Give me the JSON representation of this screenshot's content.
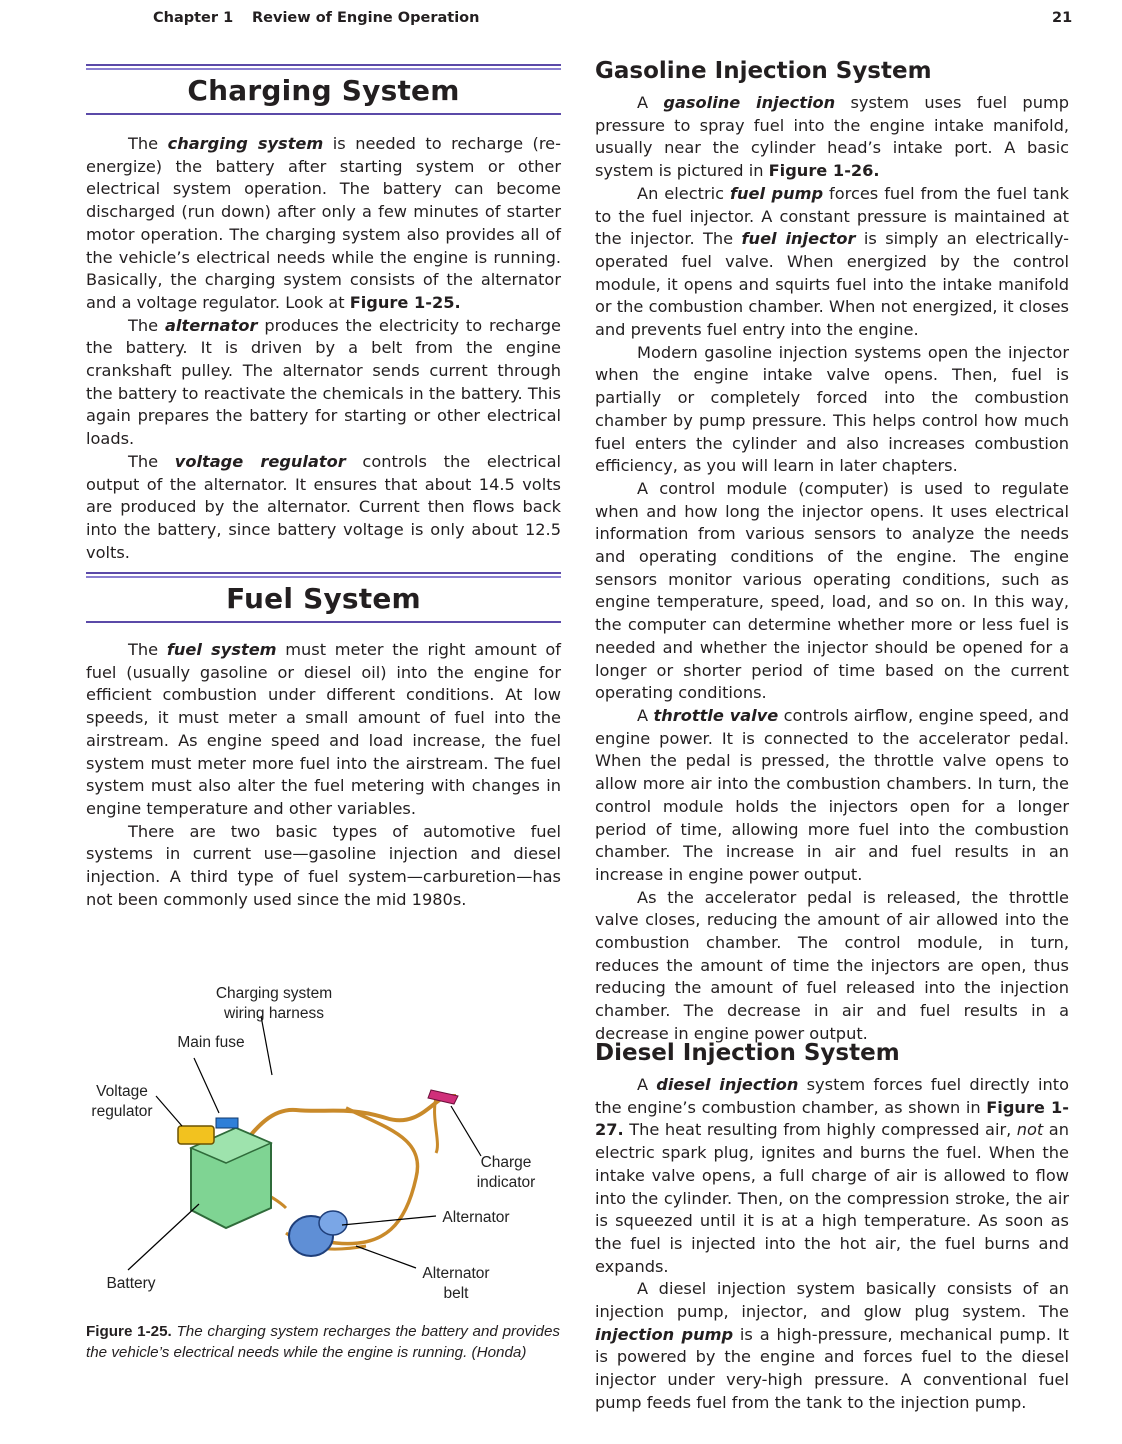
{
  "header": {
    "chapter": "Chapter 1",
    "chapter_title": "Review of Engine Operation",
    "page_number": "21"
  },
  "charging": {
    "title": "Charging System",
    "p1": {
      "a": "The ",
      "t": "charging system",
      "b": " is needed to recharge (re-energize) the battery after starting system or other electrical system operation. The battery can become discharged (run down) after only a few minutes of starter motor operation. The charging system also provides all of the vehicle’s electrical needs while the engine is running. Basically, the charging system consists of the alternator and a voltage regulator. Look at ",
      "ref": "Figure 1-25."
    },
    "p2": {
      "a": "The ",
      "t": "alternator",
      "b": " produces the electricity to recharge the battery. It is driven by a belt from the engine crankshaft pulley. The alternator sends current through the battery to reactivate the chemicals in the battery. This again prepares the battery for starting or other electrical loads."
    },
    "p3": {
      "a": "The ",
      "t": "voltage regulator",
      "b": " controls the electrical output of the alternator. It ensures that about 14.5 volts are produced by the alternator. Current then flows back into the battery, since battery voltage is only about 12.5 volts."
    }
  },
  "fuel": {
    "title": "Fuel System",
    "p1": {
      "a": "The ",
      "t": "fuel system",
      "b": " must meter the right amount of fuel (usually gasoline or diesel oil) into the engine for efficient combustion under different conditions. At low speeds, it must meter a small amount of fuel into the airstream. As engine speed and load increase, the fuel system must meter more fuel into the airstream. The fuel system must also alter the fuel metering with changes in engine temperature and other variables."
    },
    "p2": "There are two basic types of automotive fuel systems in current use—gasoline injection and diesel injection. A third type of fuel system—carburetion—has not been commonly used since the mid 1980s."
  },
  "figure": {
    "labels": {
      "harness": "Charging system wiring harness",
      "fuse": "Main fuse",
      "regulator": "Voltage regulator",
      "charge": "Charge indicator",
      "alternator": "Alternator",
      "belt": "Alternator belt",
      "battery": "Battery"
    },
    "caption_num": "Figure 1-25.",
    "caption_text": " The charging system recharges the battery and provides the vehicle’s electrical needs while the engine is running. (Honda)"
  },
  "gasoline": {
    "title": "Gasoline Injection System",
    "p1": {
      "a": "A ",
      "t": "gasoline injection",
      "b": " system uses fuel pump pressure to spray fuel into the engine intake manifold, usually near the cylinder head’s intake port. A basic system is pictured in ",
      "ref": "Figure 1-26."
    },
    "p2": {
      "a": "An electric ",
      "t": "fuel pump",
      "b": " forces fuel from the fuel tank to the fuel injector. A constant pressure is maintained at the injector. The ",
      "t2": "fuel injector",
      "c": " is simply an electrically-operated fuel valve. When energized by the control module, it opens and squirts fuel into the intake manifold or the combustion chamber. When not energized, it closes and prevents fuel entry into the engine."
    },
    "p3": "Modern gasoline injection systems open the injector when the engine intake valve opens. Then, fuel is partially or completely forced into the combustion chamber by pump pressure. This helps control how much fuel enters the cylinder and also increases combustion efficiency, as you will learn in later chapters.",
    "p4": "A control module (computer) is used to regulate when and how long the injector opens. It uses electrical information from various sensors to analyze the needs and operating conditions of the engine. The engine sensors monitor various operating conditions, such as engine temperature, speed, load, and so on. In this way, the computer can determine whether more or less fuel is needed and whether the injector should be opened for a longer or shorter period of time based on the current operating conditions.",
    "p5": {
      "a": "A ",
      "t": "throttle valve",
      "b": " controls airflow, engine speed, and engine power. It is connected to the accelerator pedal. When the pedal is pressed, the throttle valve opens to allow more air into the combustion chambers. In turn, the control module holds the injectors open for a longer period of time, allowing more fuel into the combustion chamber. The increase in air and fuel results in an increase in engine power output."
    },
    "p6": "As the accelerator pedal is released, the throttle valve closes, reducing the amount of air allowed into the combustion chamber. The control module, in turn, reduces the amount of time the injectors are open, thus reducing the amount of fuel released into the injection chamber. The decrease in air and fuel results in a decrease in engine power output."
  },
  "diesel": {
    "title": "Diesel Injection System",
    "p1": {
      "a": "A ",
      "t": "diesel injection",
      "b": " system forces fuel directly into the engine’s combustion chamber, as shown in ",
      "ref": "Figure 1-27.",
      "c": " The heat resulting from highly compressed air, ",
      "it": "not",
      "d": " an electric spark plug, ignites and burns the fuel. When the intake valve opens, a full charge of air is allowed to flow into the cylinder. Then, on the compression stroke, the air is squeezed until it is at a high temperature. As soon as the fuel is injected into the hot air, the fuel burns and expands."
    },
    "p2": {
      "a": "A diesel injection system basically consists of an injection pump, injector, and glow plug system. The ",
      "t": "injection pump",
      "b": " is a high-pressure, mechanical pump. It is powered by the engine and forces fuel to the diesel injector under very-high pressure. A conventional fuel pump feeds fuel from the tank to the injection pump."
    }
  }
}
